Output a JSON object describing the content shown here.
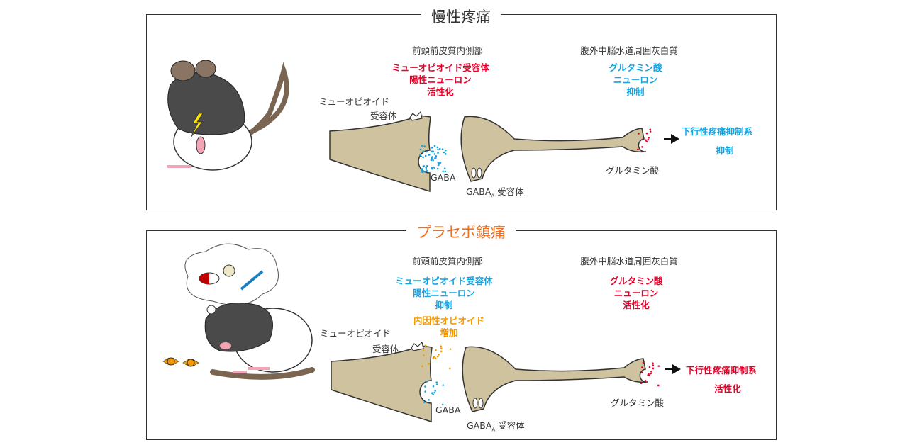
{
  "colors": {
    "red": "#e8002a",
    "blue": "#16a3e0",
    "orange": "#f39800",
    "title2": "#f26c22",
    "neuron": "#cfc29e"
  },
  "chronic": {
    "title": "慢性疼痛",
    "mpfc_label": "前頭前皮質内側部",
    "vlpag_label": "腹外中脳水道周囲灰白質",
    "mpfc_state": [
      "ミューオピオイド受容体",
      "陽性ニューロン",
      "活性化"
    ],
    "vlpag_state": [
      "グルタミン酸",
      "ニューロン",
      "抑制"
    ],
    "mu_receptor": [
      "ミューオピオイド",
      "受容体"
    ],
    "gaba": "GABA",
    "gaba_a": "GABA",
    "gaba_a_sub": "A",
    "gaba_a_suffix": " 受容体",
    "glutamate": "グルタミン酸",
    "descending": "下行性疼痛抑制系",
    "descending_state": "抑制"
  },
  "placebo": {
    "title": "プラセボ鎮痛",
    "mpfc_label": "前頭前皮質内側部",
    "vlpag_label": "腹外中脳水道周囲灰白質",
    "mpfc_state": [
      "ミューオピオイド受容体",
      "陽性ニューロン",
      "抑制"
    ],
    "endogenous": [
      "内因性オピオイド",
      "増加"
    ],
    "vlpag_state": [
      "グルタミン酸",
      "ニューロン",
      "活性化"
    ],
    "mu_receptor": [
      "ミューオピオイド",
      "受容体"
    ],
    "gaba": "GABA",
    "gaba_a": "GABA",
    "gaba_a_sub": "A",
    "gaba_a_suffix": " 受容体",
    "glutamate": "グルタミン酸",
    "descending": "下行性疼痛抑制系",
    "descending_state": "活性化"
  }
}
